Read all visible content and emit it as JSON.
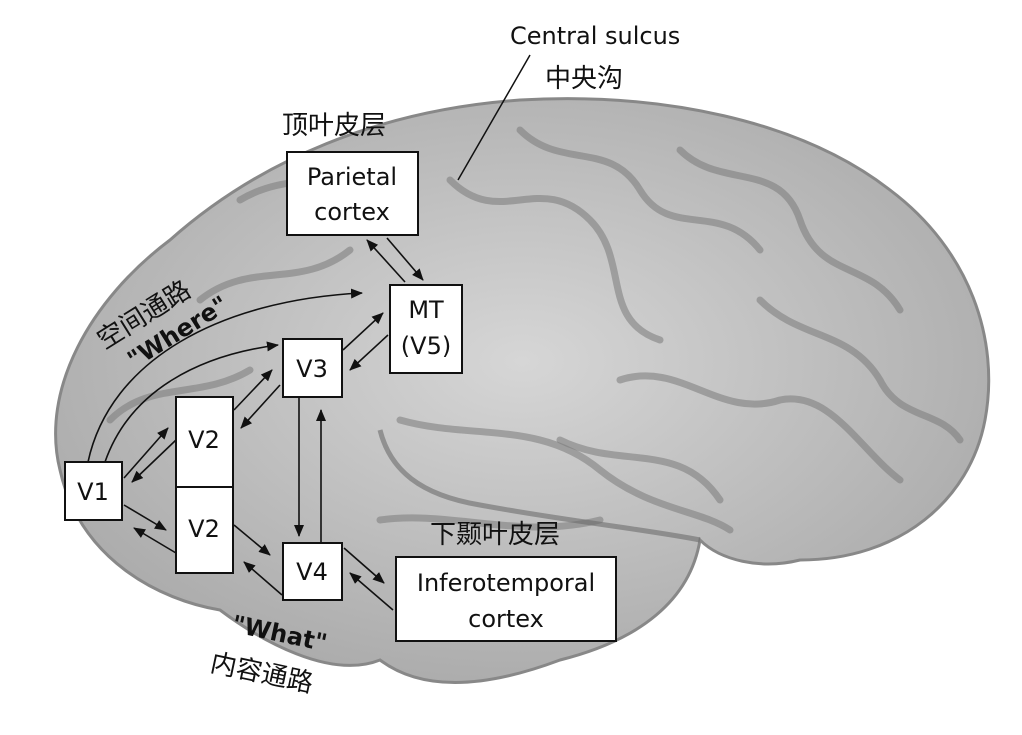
{
  "labels": {
    "central_sulcus_en": "Central sulcus",
    "central_sulcus_zh": "中央沟",
    "parietal_zh": "顶叶皮层",
    "inferotemporal_zh": "下颞叶皮层",
    "where_zh": "空间通路",
    "where_en": "\"Where\"",
    "what_en": "\"What\"",
    "what_zh": "内容通路"
  },
  "boxes": {
    "parietal": [
      "Parietal",
      "cortex"
    ],
    "mt": [
      "MT",
      "(V5)"
    ],
    "v3": "V3",
    "v2_top": "V2",
    "v2_bottom": "V2",
    "v1": "V1",
    "v4": "V4",
    "inferotemporal": [
      "Inferotemporal",
      "cortex"
    ]
  }
}
